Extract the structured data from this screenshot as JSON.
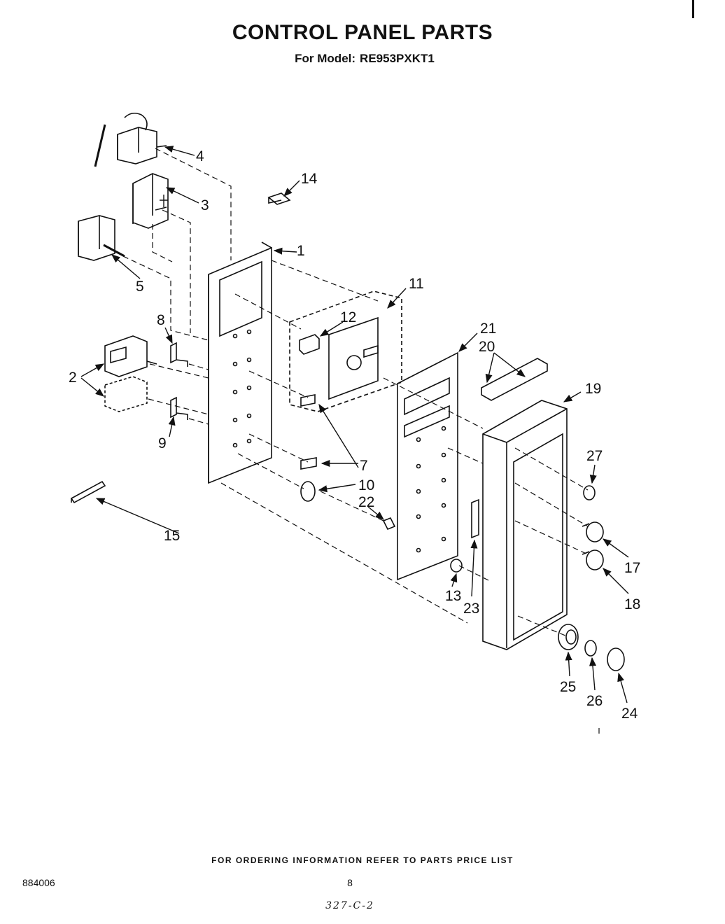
{
  "header": {
    "title": "CONTROL PANEL PARTS",
    "model_label": "For Model:",
    "model_number": "RE953PXKT1"
  },
  "callouts": {
    "c1": "1",
    "c2": "2",
    "c3": "3",
    "c4": "4",
    "c5": "5",
    "c7": "7",
    "c8": "8",
    "c9": "9",
    "c10": "10",
    "c11": "11",
    "c12": "12",
    "c13": "13",
    "c14": "14",
    "c15": "15",
    "c17": "17",
    "c18": "18",
    "c19": "19",
    "c20": "20",
    "c21": "21",
    "c22": "22",
    "c23": "23",
    "c24": "24",
    "c25": "25",
    "c26": "26",
    "c27": "27"
  },
  "footer": {
    "ordering_note": "FOR ORDERING INFORMATION REFER TO PARTS PRICE LIST",
    "document_number": "884006",
    "page_number": "8",
    "handwritten_note": "327-C-2"
  },
  "colors": {
    "ink": "#111111",
    "paper": "#ffffff"
  }
}
